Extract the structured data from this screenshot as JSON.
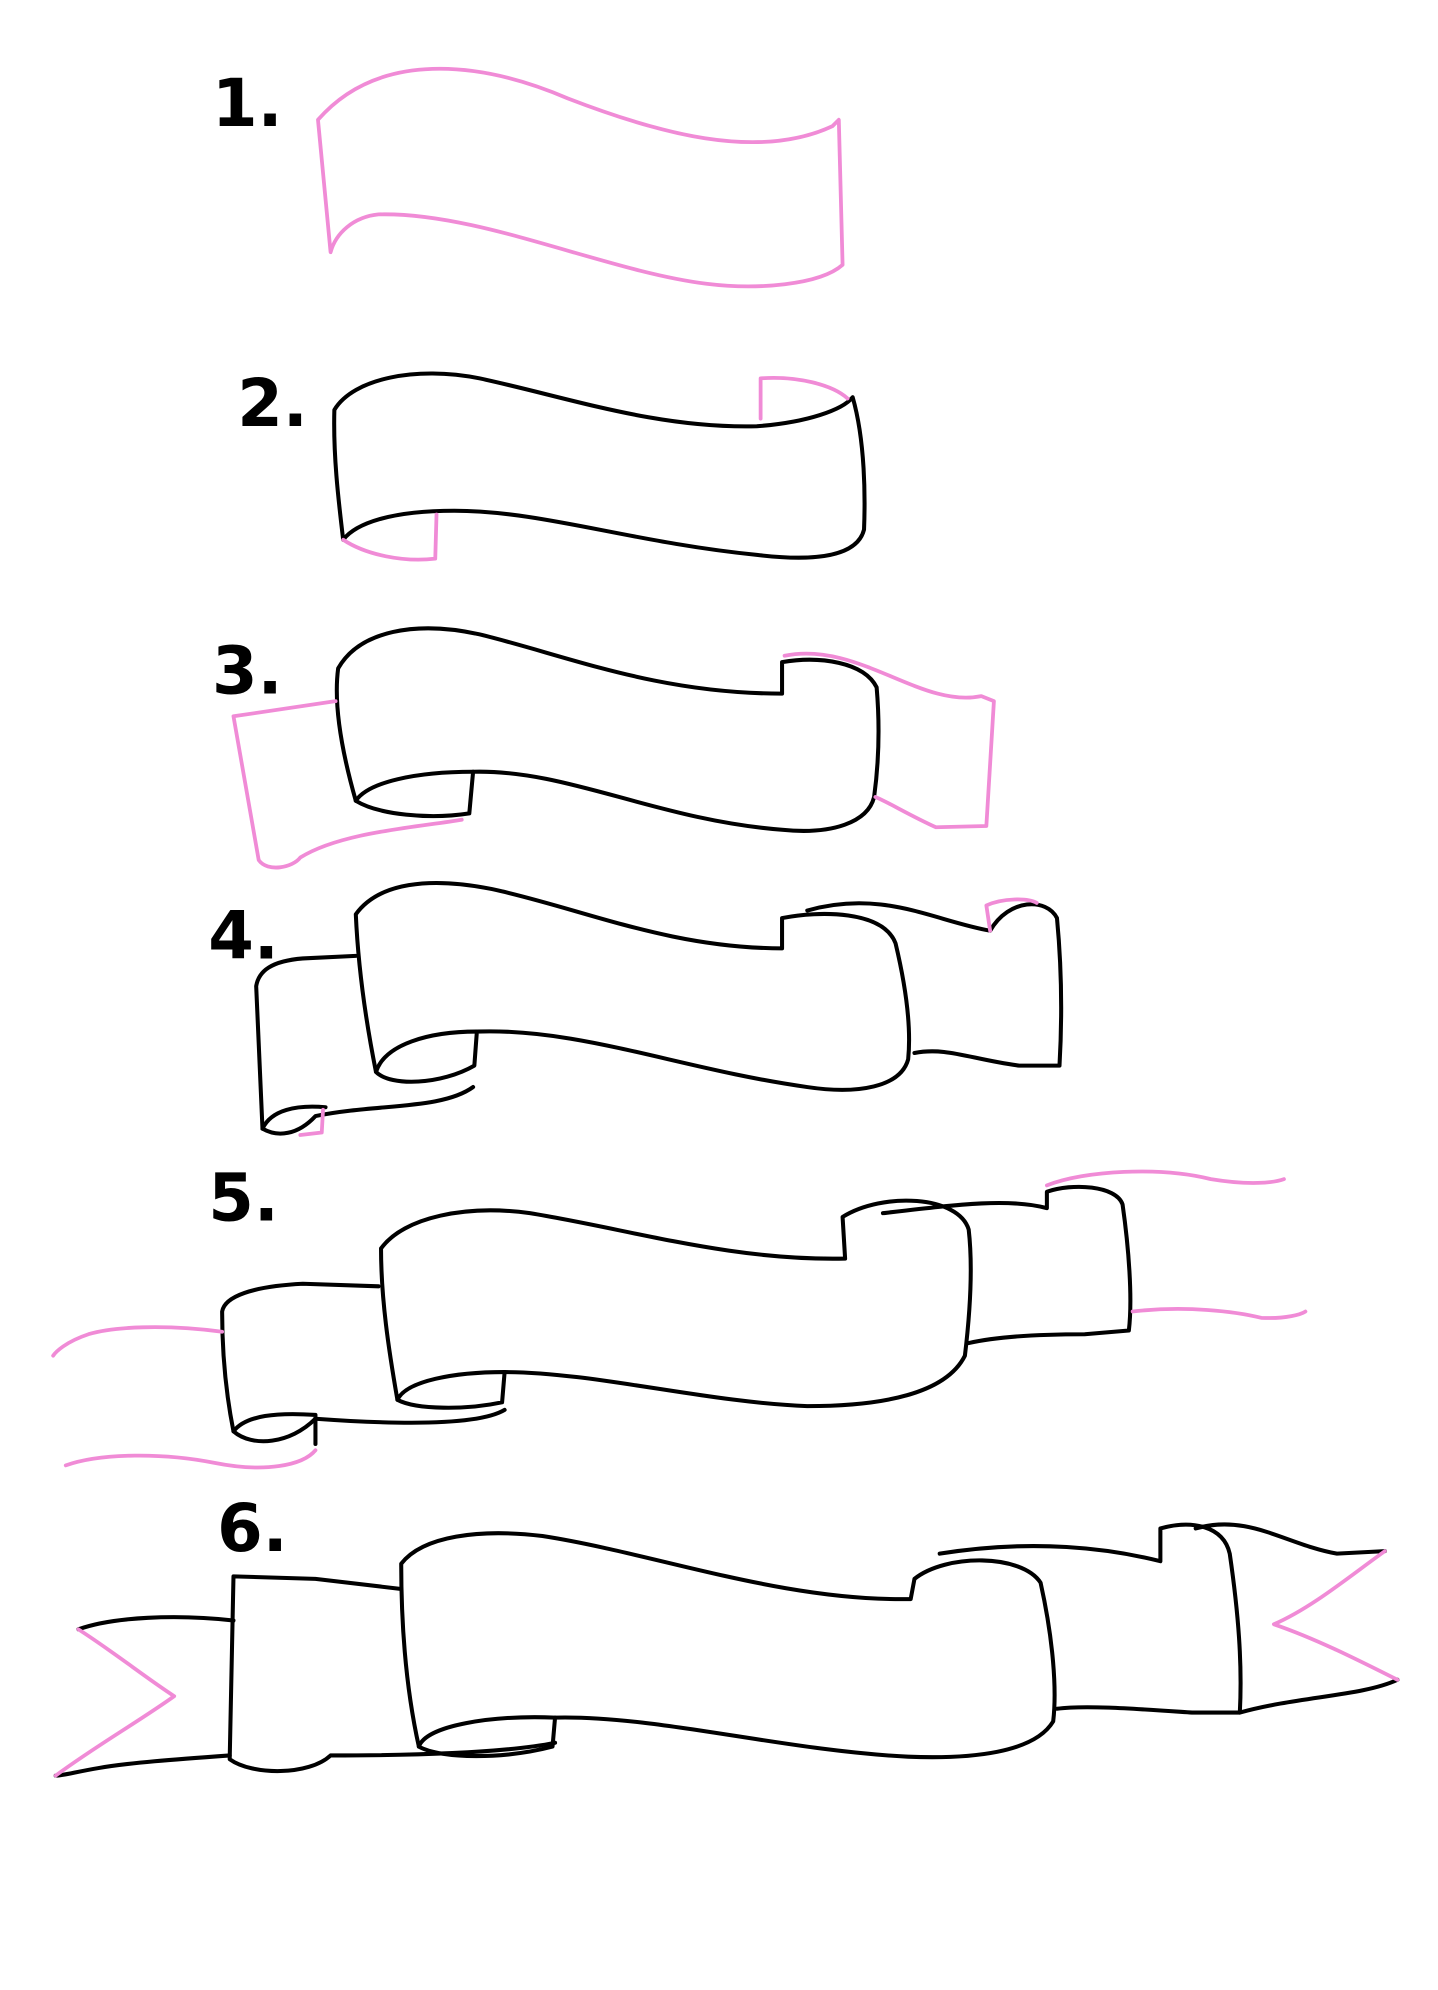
{
  "steps": [
    {
      "label": "1."
    },
    {
      "label": "2."
    },
    {
      "label": "3."
    },
    {
      "label": "4."
    },
    {
      "label": "5."
    },
    {
      "label": "6."
    }
  ],
  "colors": {
    "ink": "#000000",
    "guide_lines": "#f08bd6",
    "background": "#ffffff"
  }
}
